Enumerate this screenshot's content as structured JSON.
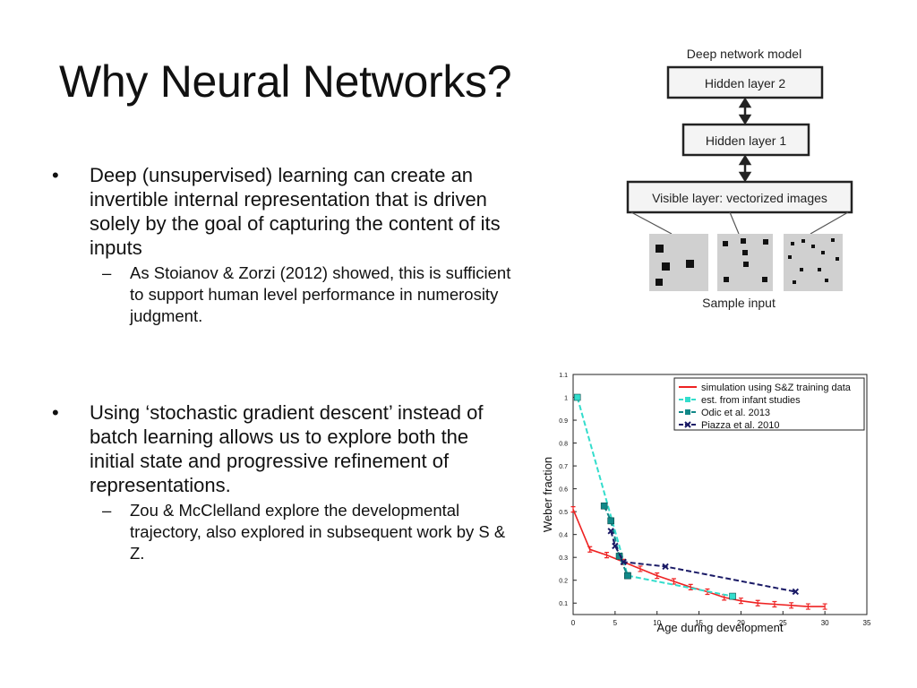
{
  "slide": {
    "title": "Why Neural Networks?",
    "bullets": [
      {
        "marker": "•",
        "text": "Deep (unsupervised) learning can create an invertible internal representation that is driven solely by the goal of capturing the content of its inputs",
        "sub": {
          "marker": "–",
          "text": "As Stoianov & Zorzi (2012) showed, this is sufficient to support human level performance in numerosity judgment."
        }
      },
      {
        "marker": "•",
        "text": "Using ‘stochastic gradient descent’ instead of batch learning allows us to explore both the initial state and progressive refinement of representations.",
        "sub": {
          "marker": "–",
          "text": "Zou & McClelland explore the developmental trajectory, also explored in subsequent work by S & Z."
        }
      }
    ]
  },
  "diagram": {
    "title": "Deep network model",
    "layers": [
      "Hidden layer 2",
      "Hidden layer 1",
      "Visible layer: vectorized images"
    ],
    "caption": "Sample input"
  },
  "chart_data": {
    "type": "line",
    "title": "",
    "xlabel": "Age during development",
    "ylabel": "Weber fraction",
    "xlim": [
      0,
      35
    ],
    "ylim": [
      0.05,
      1.1
    ],
    "x_ticks": [
      0,
      5,
      10,
      15,
      20,
      25,
      30,
      35
    ],
    "y_ticks": [
      0.1,
      0.2,
      0.3,
      0.4,
      0.5,
      0.6,
      0.7,
      0.8,
      0.9,
      1,
      1.1
    ],
    "grid": false,
    "legend_position": "top-right",
    "series": [
      {
        "name": "simulation using S&Z training data",
        "color": "#ee2222",
        "style": "solid",
        "marker": "errorbar",
        "x": [
          0,
          2,
          4,
          6,
          8,
          10,
          12,
          14,
          16,
          18,
          20,
          22,
          24,
          26,
          28,
          30
        ],
        "y": [
          0.51,
          0.335,
          0.31,
          0.28,
          0.25,
          0.22,
          0.195,
          0.17,
          0.15,
          0.125,
          0.11,
          0.1,
          0.095,
          0.09,
          0.085,
          0.085
        ]
      },
      {
        "name": "est. from infant studies",
        "color": "#33ddcc",
        "style": "dashed",
        "marker": "square",
        "x": [
          0.5,
          6.5,
          19
        ],
        "y": [
          1.0,
          0.22,
          0.13
        ]
      },
      {
        "name": "Odic et al. 2013",
        "color": "#118888",
        "style": "dashed",
        "marker": "square",
        "x": [
          3.7,
          4.5,
          5.5,
          6.5
        ],
        "y": [
          0.525,
          0.46,
          0.305,
          0.22
        ]
      },
      {
        "name": "Piazza et al. 2010",
        "color": "#1a1a66",
        "style": "dashed",
        "marker": "x",
        "x": [
          4.5,
          5,
          6,
          11,
          26.5
        ],
        "y": [
          0.415,
          0.35,
          0.28,
          0.26,
          0.15
        ]
      }
    ]
  }
}
